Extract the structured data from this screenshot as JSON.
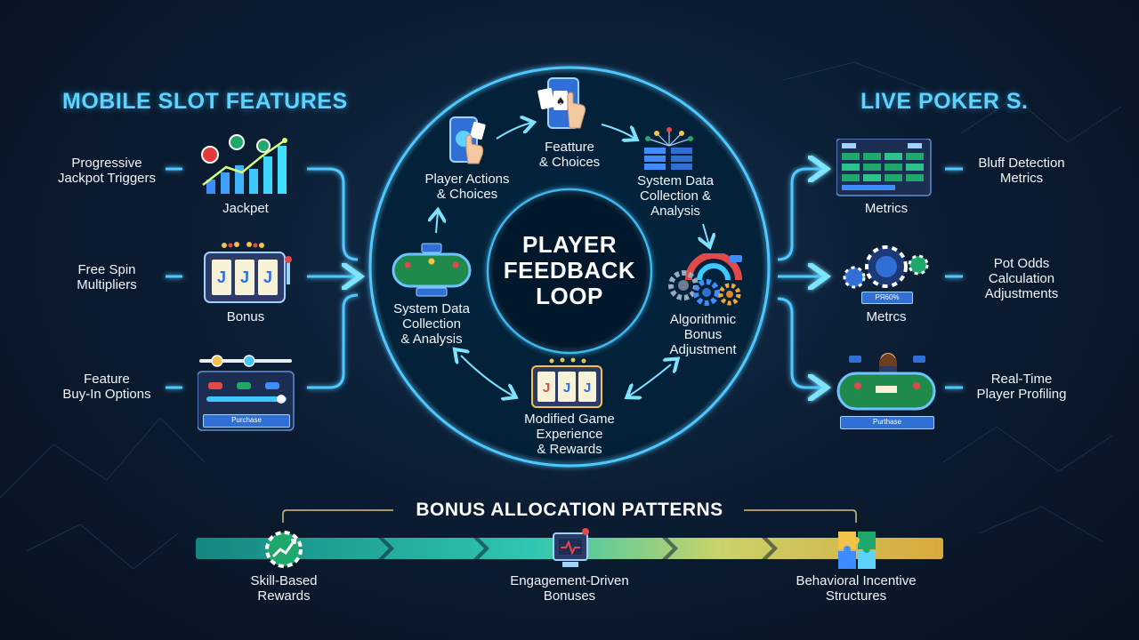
{
  "left_column": {
    "heading": "MOBILE SLOT FEATURES",
    "items": [
      {
        "label_line1": "Progressive",
        "label_line2": "Jackpot Triggers",
        "icon_caption": "Jackpet"
      },
      {
        "label_line1": "Free Spin",
        "label_line2": "Multipliers",
        "icon_caption": "Bonus"
      },
      {
        "label_line1": "Feature",
        "label_line2": "Buy-In Options",
        "icon_caption": "Purchase"
      }
    ]
  },
  "right_column": {
    "heading": "LIVE POKER S.",
    "items": [
      {
        "label_line1": "Bluff Detection",
        "label_line2": "Metrics",
        "icon_caption": "Metrics"
      },
      {
        "label_line1": "Pot Odds",
        "label_line2": "Calculation",
        "label_line3": "Adjustments",
        "icon_caption": "Metrcs",
        "icon_badge": "PЯ60%"
      },
      {
        "label_line1": "Real-Time",
        "label_line2": "Player Profiling",
        "icon_caption": "Purthase"
      }
    ]
  },
  "loop": {
    "center_line1": "PLAYER",
    "center_line2": "FEEDBACK",
    "center_line3": "LOOP",
    "nodes": [
      {
        "id": "player-actions",
        "line1": "Player Actions",
        "line2": "& Choices"
      },
      {
        "id": "feature-choices",
        "line1": "Featture",
        "line2": "& Choices"
      },
      {
        "id": "system-data-top",
        "line1": "System Data",
        "line2": "Collection &",
        "line3": "Analysis"
      },
      {
        "id": "algorithmic-bonus",
        "line1": "Algorithmic",
        "line2": "Bonus",
        "line3": "Adjustment"
      },
      {
        "id": "modified-game",
        "line1": "Modified Game",
        "line2": "Experience",
        "line3": "& Rewards"
      },
      {
        "id": "system-data-left",
        "line1": "System Data",
        "line2": "Collection",
        "line3": "& Analysis"
      }
    ]
  },
  "bonus_patterns": {
    "title": "BONUS ALLOCATION PATTERNS",
    "items": [
      {
        "line1": "Skill-Based",
        "line2": "Rewards"
      },
      {
        "line1": "Engagement-Driven",
        "line2": "Bonuses"
      },
      {
        "line1": "Behavioral Incentive",
        "line2": "Structures"
      }
    ]
  },
  "colors": {
    "accent_cyan": "#5fd3ff",
    "bar_teal": "#19a9a0",
    "bar_gold": "#d8b24a",
    "background": "#0b1d33"
  }
}
